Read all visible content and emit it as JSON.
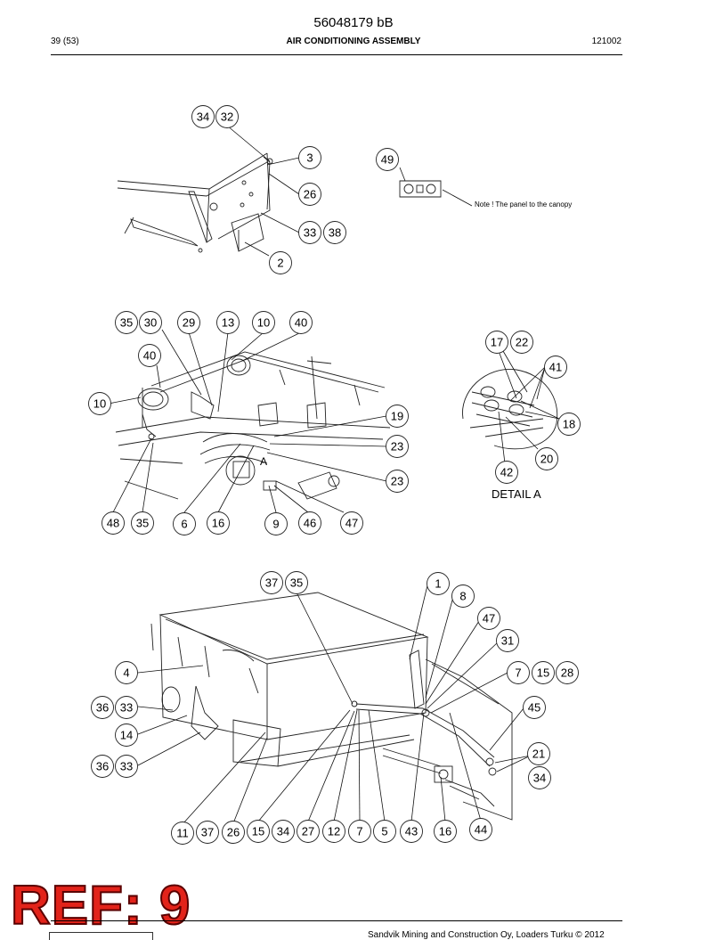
{
  "header": {
    "doc_number": "56048179 bB",
    "page": "39 (53)",
    "title": "AIR CONDITIONING ASSEMBLY",
    "date": "121002"
  },
  "note_text": "Note ! The panel to the canopy",
  "detail_label": "DETAIL A",
  "detail_marker": "A",
  "callouts": [
    {
      "id": "c1",
      "label": "34"
    },
    {
      "id": "c2",
      "label": "32"
    },
    {
      "id": "c3",
      "label": "3"
    },
    {
      "id": "c4",
      "label": "26"
    },
    {
      "id": "c5",
      "label": "33"
    },
    {
      "id": "c6",
      "label": "38"
    },
    {
      "id": "c7",
      "label": "2"
    },
    {
      "id": "c8",
      "label": "49"
    },
    {
      "id": "c9",
      "label": "35"
    },
    {
      "id": "c10",
      "label": "30"
    },
    {
      "id": "c11",
      "label": "29"
    },
    {
      "id": "c12",
      "label": "13"
    },
    {
      "id": "c13",
      "label": "10"
    },
    {
      "id": "c14",
      "label": "40"
    },
    {
      "id": "c15",
      "label": "40"
    },
    {
      "id": "c16",
      "label": "10"
    },
    {
      "id": "c17",
      "label": "19"
    },
    {
      "id": "c18",
      "label": "23"
    },
    {
      "id": "c19",
      "label": "23"
    },
    {
      "id": "c20",
      "label": "48"
    },
    {
      "id": "c21",
      "label": "35"
    },
    {
      "id": "c22",
      "label": "6"
    },
    {
      "id": "c23",
      "label": "16"
    },
    {
      "id": "c24",
      "label": "9"
    },
    {
      "id": "c25",
      "label": "46"
    },
    {
      "id": "c26",
      "label": "47"
    },
    {
      "id": "c27",
      "label": "17"
    },
    {
      "id": "c28",
      "label": "22"
    },
    {
      "id": "c29",
      "label": "41"
    },
    {
      "id": "c30",
      "label": "18"
    },
    {
      "id": "c31",
      "label": "20"
    },
    {
      "id": "c32",
      "label": "42"
    },
    {
      "id": "c33",
      "label": "37"
    },
    {
      "id": "c34",
      "label": "35"
    },
    {
      "id": "c35",
      "label": "1"
    },
    {
      "id": "c36",
      "label": "8"
    },
    {
      "id": "c37",
      "label": "47"
    },
    {
      "id": "c38",
      "label": "31"
    },
    {
      "id": "c39",
      "label": "4"
    },
    {
      "id": "c40",
      "label": "7"
    },
    {
      "id": "c41",
      "label": "15"
    },
    {
      "id": "c42",
      "label": "28"
    },
    {
      "id": "c43",
      "label": "36"
    },
    {
      "id": "c44",
      "label": "33"
    },
    {
      "id": "c45",
      "label": "45"
    },
    {
      "id": "c46",
      "label": "14"
    },
    {
      "id": "c47",
      "label": "21"
    },
    {
      "id": "c48",
      "label": "36"
    },
    {
      "id": "c49",
      "label": "33"
    },
    {
      "id": "c50",
      "label": "34"
    },
    {
      "id": "c51",
      "label": "11"
    },
    {
      "id": "c52",
      "label": "37"
    },
    {
      "id": "c53",
      "label": "26"
    },
    {
      "id": "c54",
      "label": "15"
    },
    {
      "id": "c55",
      "label": "34"
    },
    {
      "id": "c56",
      "label": "27"
    },
    {
      "id": "c57",
      "label": "12"
    },
    {
      "id": "c58",
      "label": "7"
    },
    {
      "id": "c59",
      "label": "5"
    },
    {
      "id": "c60",
      "label": "43"
    },
    {
      "id": "c61",
      "label": "16"
    },
    {
      "id": "c62",
      "label": "44"
    }
  ],
  "stamp": "REF: 9",
  "footer": "Sandvik Mining and Construction Oy, Loaders Turku © 2012"
}
